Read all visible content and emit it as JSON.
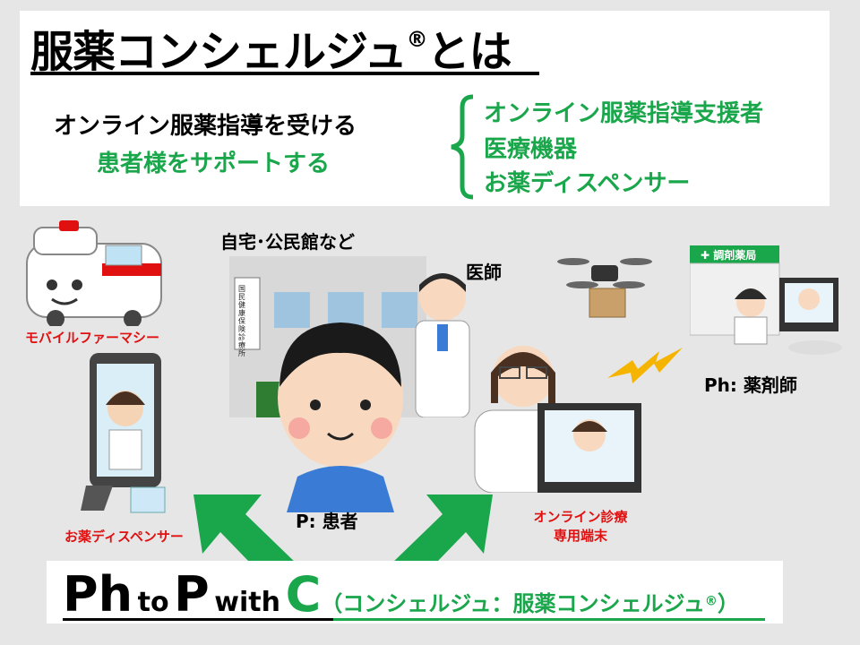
{
  "header": {
    "title": "服薬コンシェルジュ",
    "title_reg": "®",
    "title_tail": "とは",
    "lead_line1": "オンライン服薬指導を受ける",
    "lead_line2": "患者様をサポートする",
    "items": [
      "オンライン服薬指導支援者",
      "医療機器",
      "お薬ディスペンサー"
    ]
  },
  "labels": {
    "home": "自宅･公民館など",
    "doctor": "医師",
    "pharmacist": "Ph:  薬剤師",
    "patient": "P:  患者",
    "mobile_pharmacy": "モバイルファーマシー",
    "dispenser": "お薬ディスペンサー",
    "terminal_line1": "オンライン診療",
    "terminal_line2": "専用端末",
    "pharmacy_sign": "調剤薬局",
    "building_sign": "国民健康保険診療所"
  },
  "formula": {
    "ph": "Ph",
    "to": "to",
    "p": "P",
    "with": "with",
    "c": "C",
    "note": "（コンシェルジュ：服薬コンシェルジュ",
    "note_reg": "®",
    "note_end": "）"
  },
  "colors": {
    "accent_green": "#1aa64b",
    "red_label": "#e01010"
  }
}
